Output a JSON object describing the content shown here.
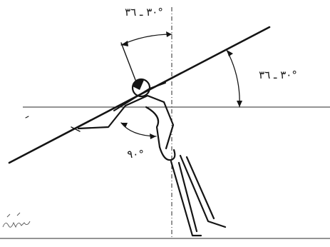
{
  "figure": {
    "angle_top_label": "٣٠ ـ ٣٦°",
    "angle_right_label": "٣٠ ـ ٣٦°",
    "angle_elbow_label": "٩٠°",
    "corner_scribble": "اخر ذكي"
  },
  "colors": {
    "ink": "#141414",
    "paper": "#ffffff"
  }
}
